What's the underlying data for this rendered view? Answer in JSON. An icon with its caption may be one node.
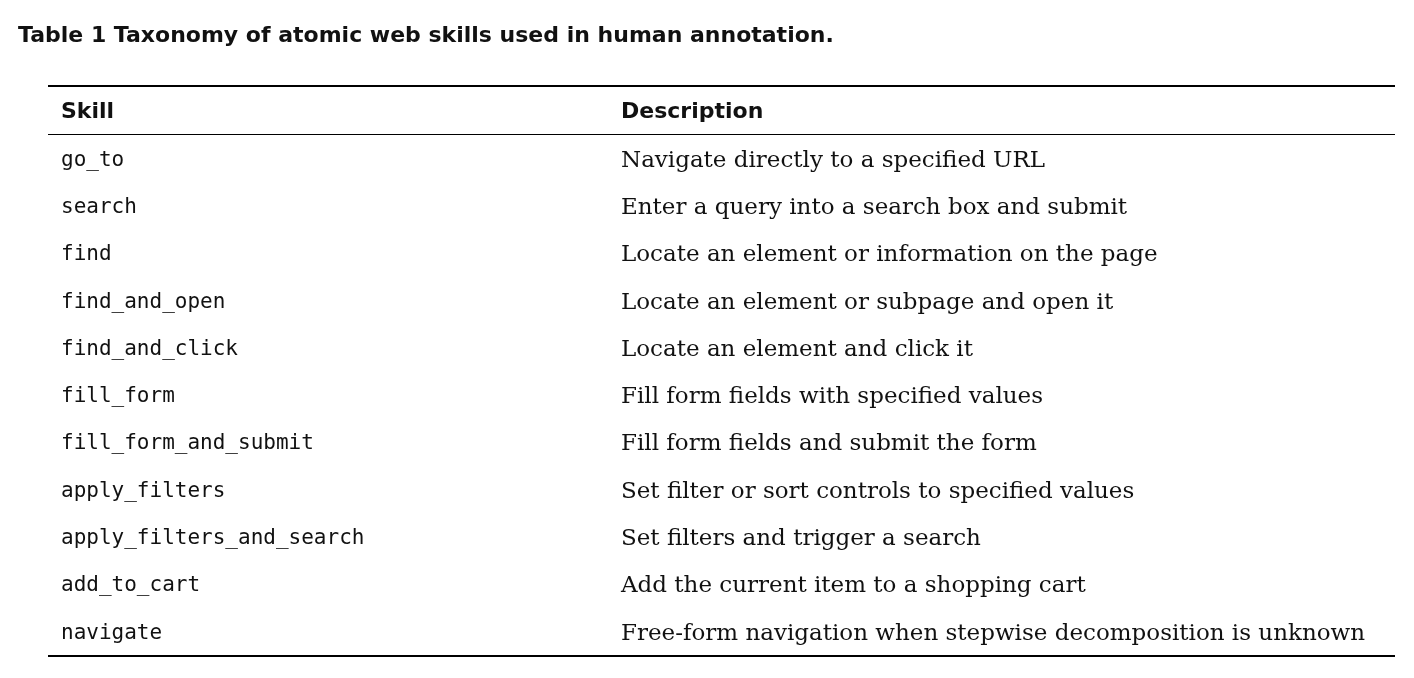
{
  "diagram": {
    "title": "Table 1 Taxonomy of atomic web skills used in human annotation.",
    "labels": [
      "Skill",
      "Description",
      "go_to",
      "Navigate directly to a specified URL",
      "search",
      "Enter a query into a search box and submit",
      "find",
      "Locate an element or information on the page",
      "find_and_open",
      "Locate an element or subpage and open it",
      "find_and_click",
      "Locate an element and click it",
      "fill_form",
      "Fill form fields with specified values",
      "fill_form_and_submit",
      "Fill form fields and submit the form",
      "apply_filters",
      "Set filter or sort controls to specified values",
      "apply_filters_and_search",
      "Set filters and trigger a search",
      "add_to_cart",
      "Add the current item to a shopping cart",
      "navigate",
      "Free-form navigation when stepwise decomposition is unknown"
    ]
  }
}
